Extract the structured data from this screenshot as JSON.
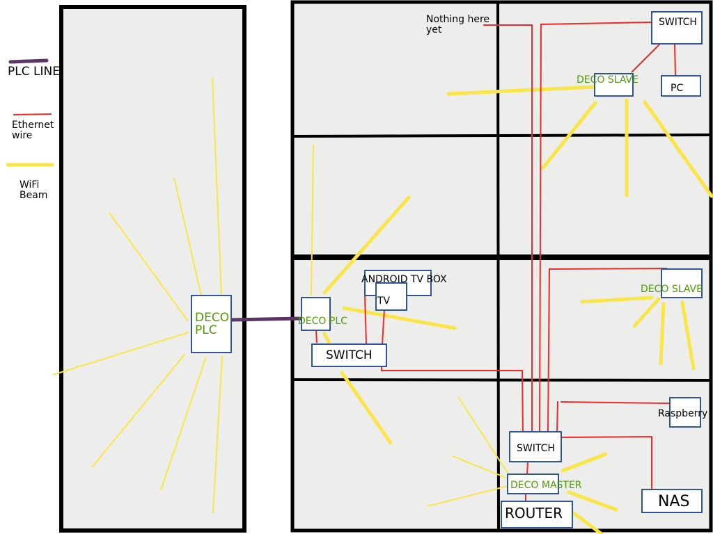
{
  "legend": {
    "plc_line": "PLC LINE",
    "ethernet_line1": "Ethernet",
    "ethernet_line2": "wire",
    "wifi_line1": "WiFi",
    "wifi_line2": "Beam"
  },
  "colors": {
    "plc": "#5b3566",
    "ethernet": "#ee2a2a",
    "wifi": "#f9e547",
    "box_border": "#2f5597",
    "deco_label": "#4e9a06"
  },
  "notes": {
    "nothing_here_line1": "Nothing here",
    "nothing_here_line2": "yet"
  },
  "devices": {
    "switch_top": "SWITCH",
    "deco_slave_top": "DECO SLAVE",
    "pc": "PC",
    "deco_slave_mid": "DECO SLAVE",
    "raspberry": "Raspberry",
    "switch_bottom": "SWITCH",
    "deco_master": "DECO MASTER",
    "router": "ROUTER",
    "nas": "NAS",
    "android_tv_box": "ANDROID TV BOX",
    "tv": "TV",
    "deco_plc_mid": "DECO PLC",
    "switch_mid": "SWITCH",
    "deco_plc_left_line1": "DECO",
    "deco_plc_left_line2": "PLC"
  }
}
